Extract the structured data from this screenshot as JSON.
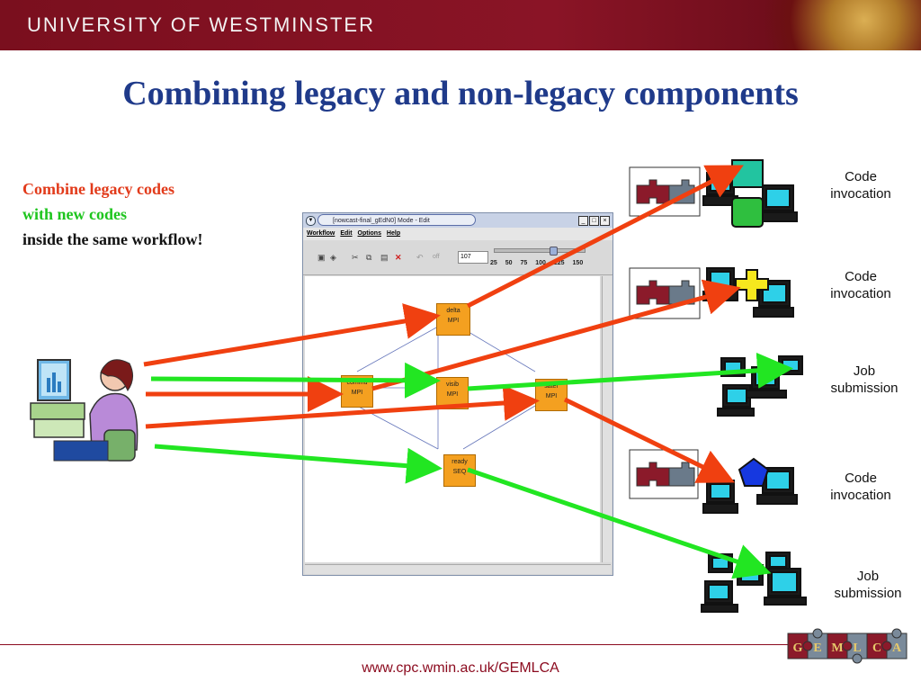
{
  "header": {
    "institution": "UNIVERSITY OF WESTMINSTER"
  },
  "title": "Combining legacy and non-legacy components",
  "intro": {
    "line1": "Combine legacy codes",
    "line2": "with new codes",
    "line3": "inside the same workflow!",
    "line1_color": "#e23b1b",
    "line2_color": "#1ec51e"
  },
  "window": {
    "title": "[nowcast-final_gEdN0]  Mode - Edit",
    "menu": [
      "Workflow",
      "Edit",
      "Options",
      "Help"
    ],
    "toolbar": {
      "off_label": "off",
      "zoom_value": "107",
      "ticks": [
        "25",
        "50",
        "75",
        "100",
        "125",
        "150"
      ]
    },
    "nodes": [
      {
        "name": "delta",
        "type": "MPI"
      },
      {
        "name": "commu",
        "type": "MPI"
      },
      {
        "name": "visib",
        "type": "MPI"
      },
      {
        "name": "sater",
        "type": "MPI"
      },
      {
        "name": "ready",
        "type": "SEQ"
      }
    ]
  },
  "targets": [
    {
      "label_line1": "Code",
      "label_line2": "invocation"
    },
    {
      "label_line1": "Code",
      "label_line2": "invocation"
    },
    {
      "label_line1": "Job",
      "label_line2": "submission"
    },
    {
      "label_line1": "Code",
      "label_line2": "invocation"
    },
    {
      "label_line1": "Job",
      "label_line2": "submission"
    }
  ],
  "logo": {
    "letters": [
      "G",
      "E",
      "M",
      "L",
      "C",
      "A"
    ]
  },
  "footer": {
    "url": "www.cpc.wmin.ac.uk/GEMLCA"
  },
  "colors": {
    "legacy_arrow": "#f04010",
    "new_arrow": "#22e622",
    "title": "#1f3a8a",
    "brand": "#8b0a1e"
  }
}
